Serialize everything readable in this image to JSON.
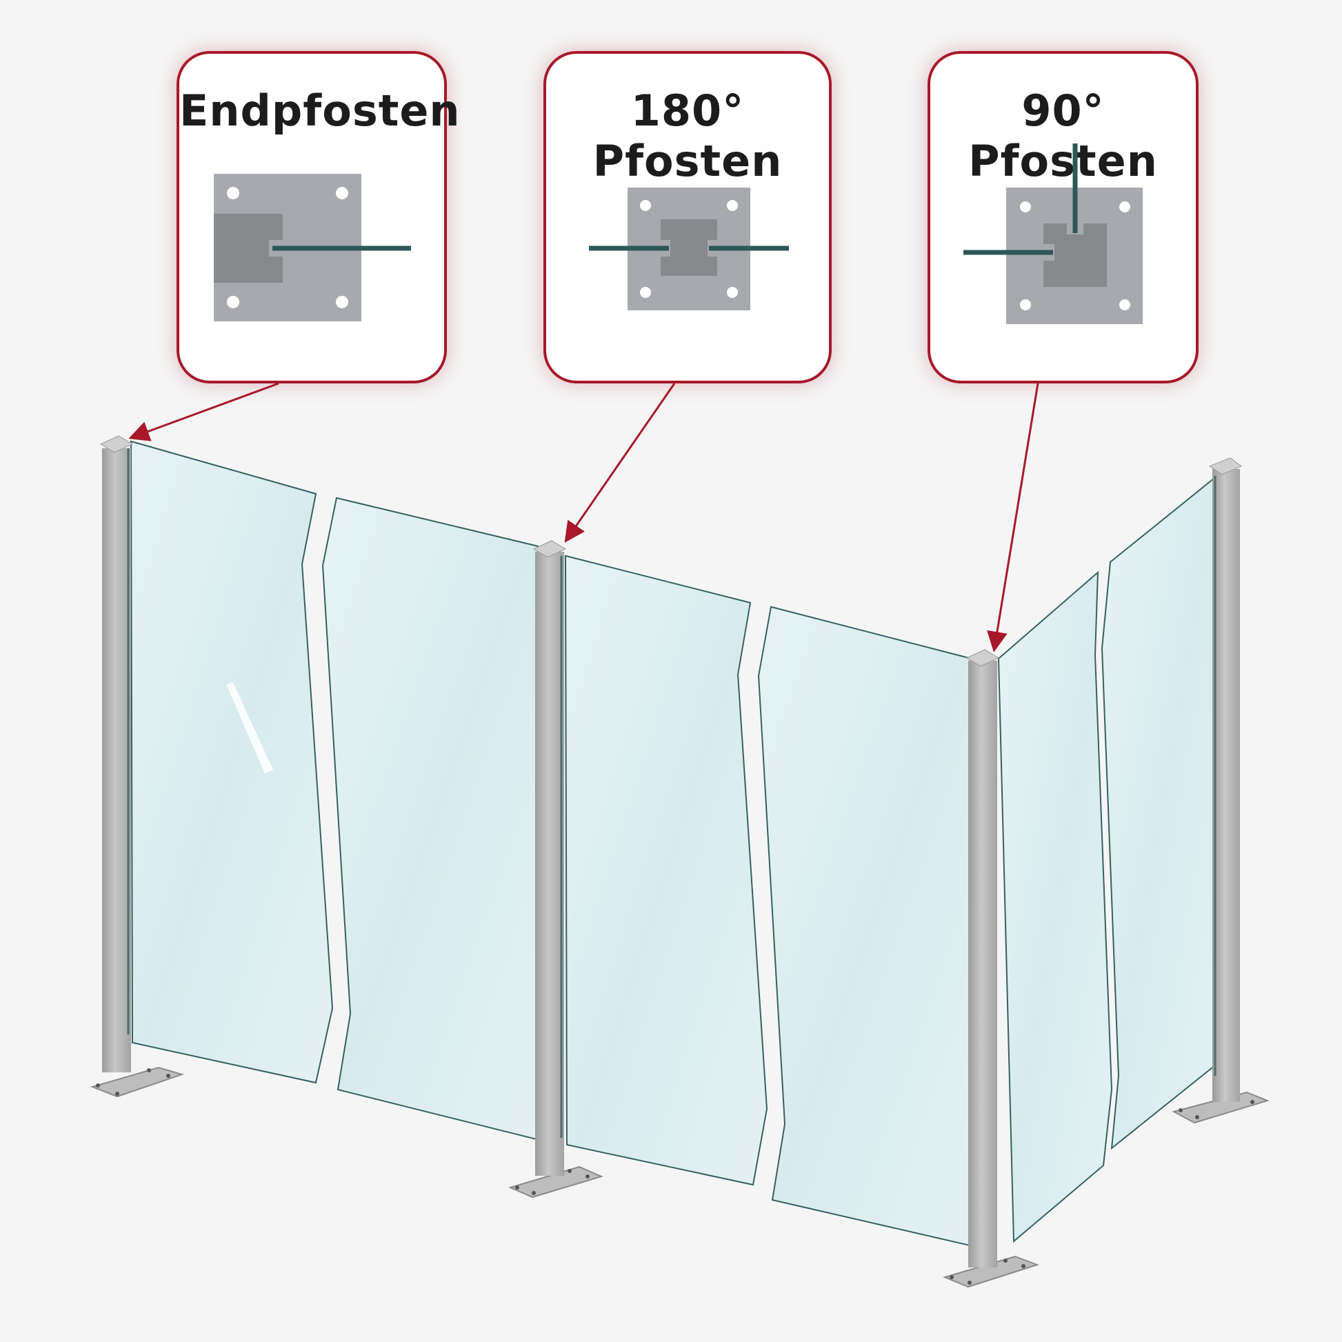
{
  "callouts": [
    {
      "title": "Endpfosten",
      "icon": "end-post-plan-icon"
    },
    {
      "title": "180° Pfosten",
      "icon": "180-degree-post-plan-icon"
    },
    {
      "title": "90° Pfosten",
      "icon": "90-degree-post-plan-icon"
    }
  ],
  "colors": {
    "callout_border": "#a8182a",
    "arrow": "#a8182a",
    "glass": "#dcedf0",
    "glass_edge": "#2a5a5a",
    "post": "#b2b2b2",
    "background": "#f5f5f5"
  }
}
